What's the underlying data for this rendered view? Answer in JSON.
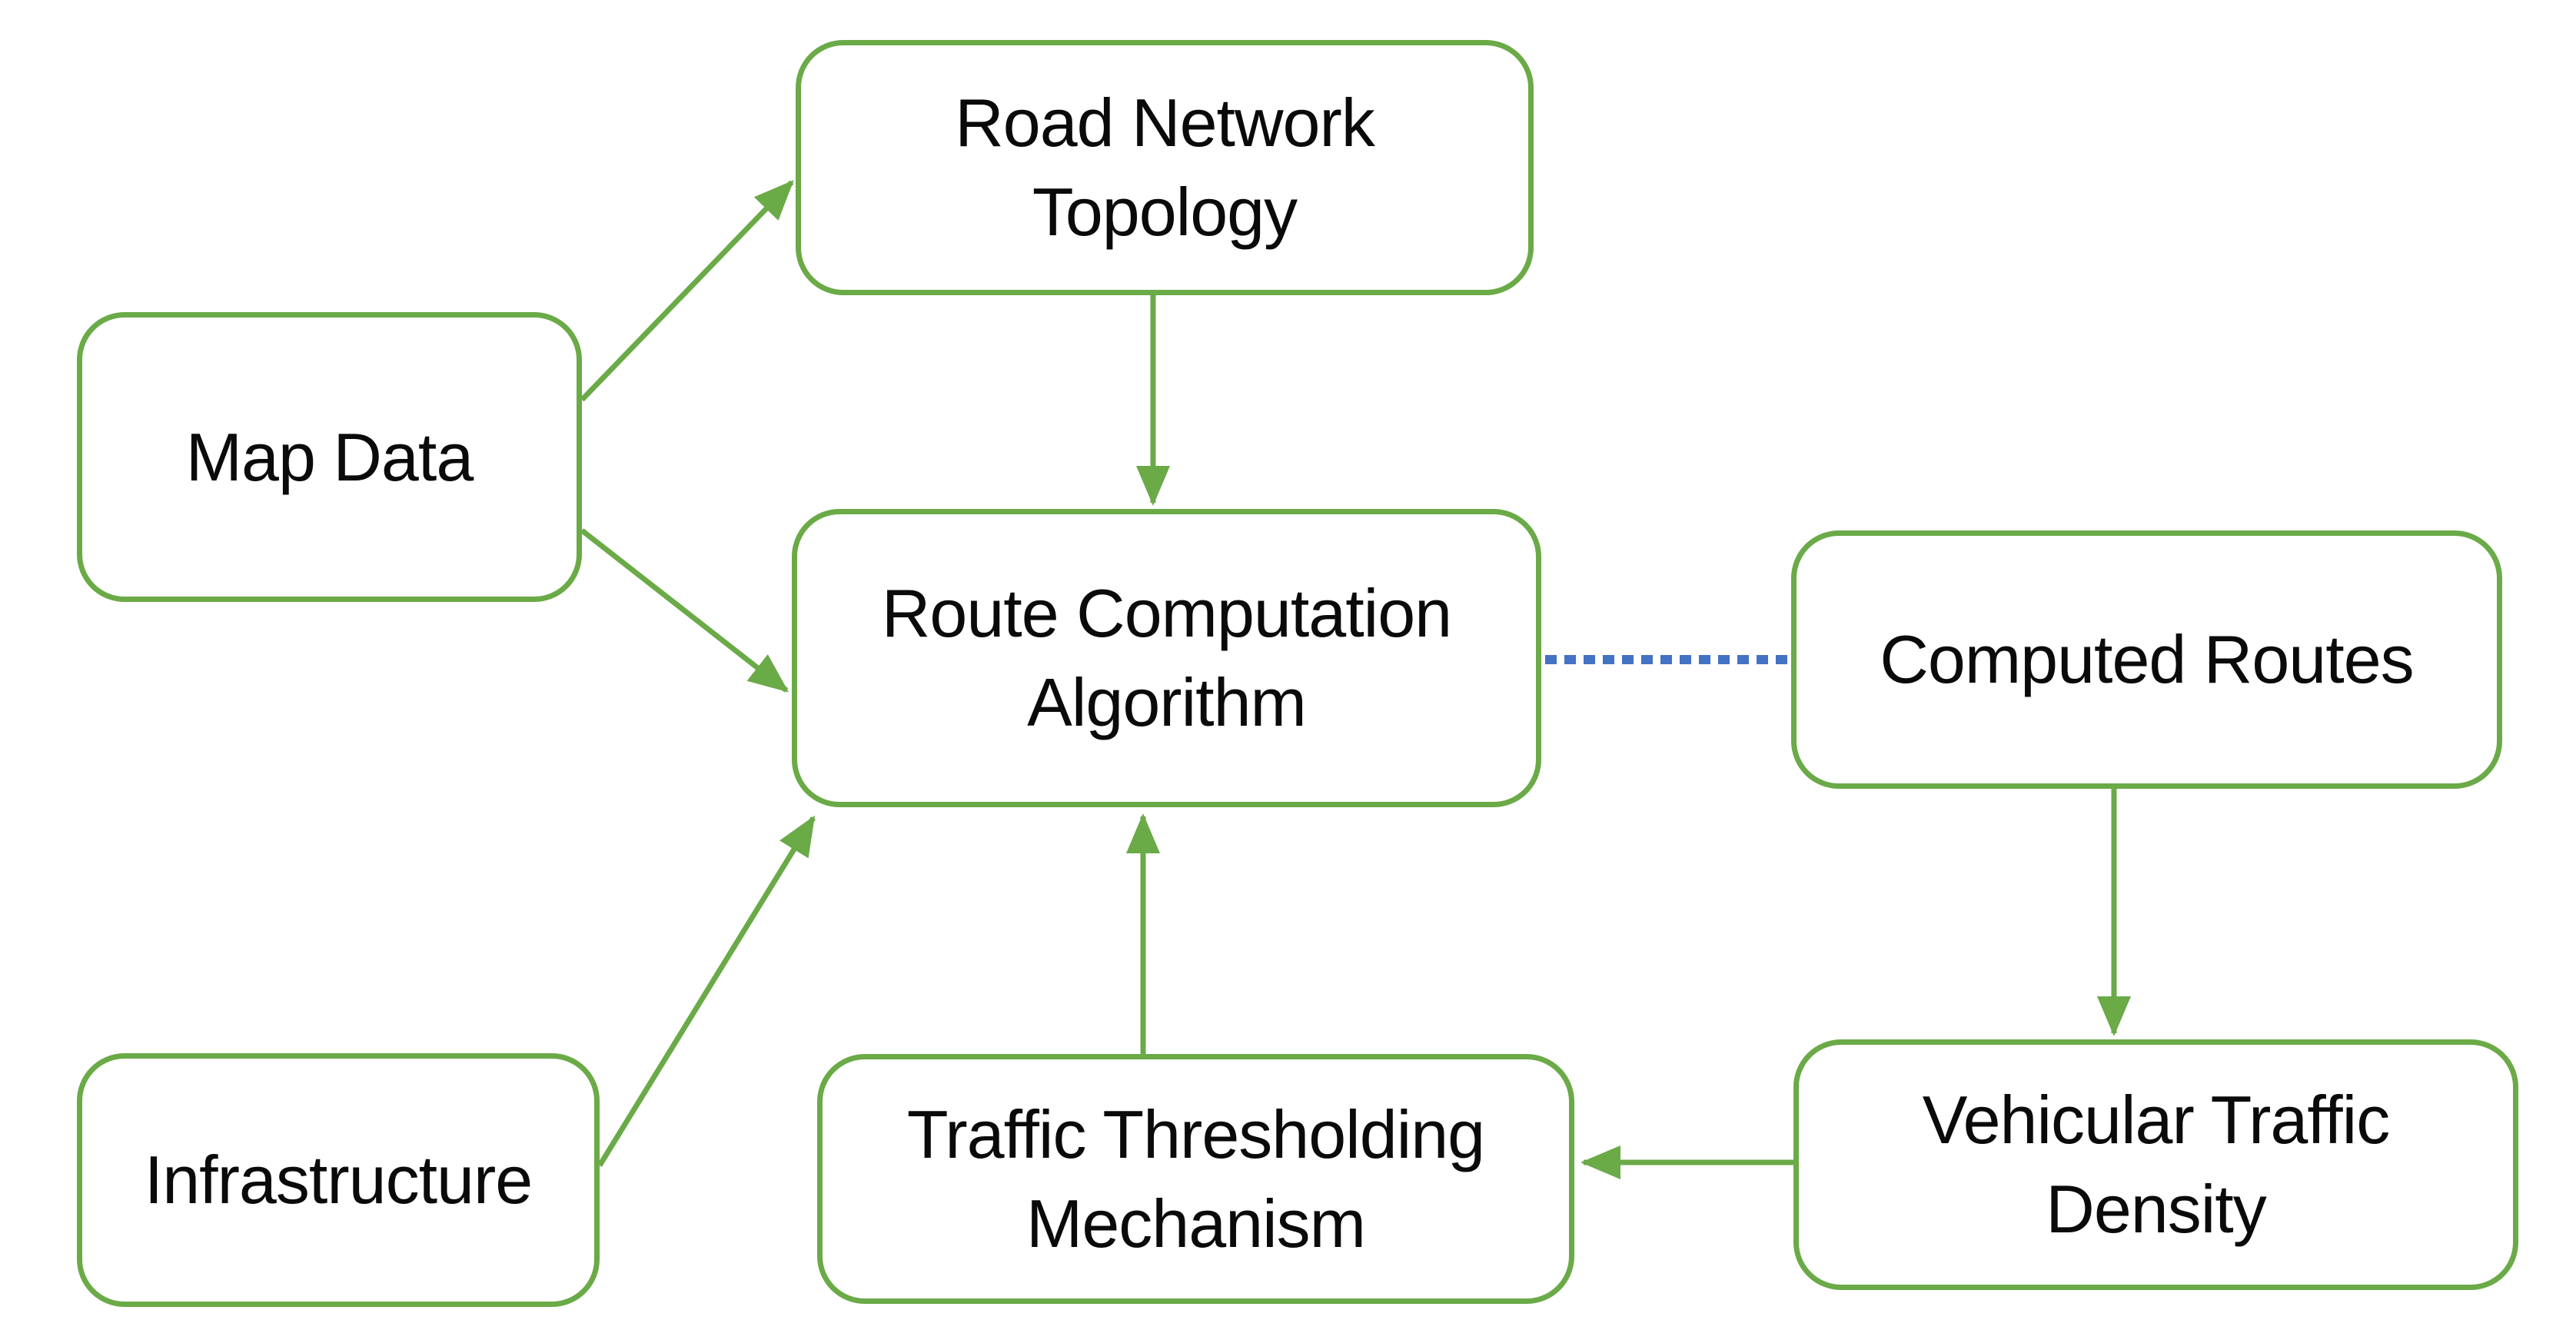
{
  "diagram": {
    "type": "flowchart",
    "background": "#ffffff",
    "colors": {
      "node_border": "#6aaa47",
      "connector_green": "#6aaa47",
      "dotted_link_blue": "#4472c4",
      "text": "#0a0a0a"
    },
    "nodes": [
      {
        "id": "road-network-topology",
        "label": "Road Network Topology",
        "lines": [
          "Road Network",
          "Topology"
        ]
      },
      {
        "id": "map-data",
        "label": "Map Data",
        "lines": [
          "Map Data"
        ]
      },
      {
        "id": "route-computation-algorithm",
        "label": "Route Computation Algorithm",
        "lines": [
          "Route Computation",
          "Algorithm"
        ]
      },
      {
        "id": "computed-routes",
        "label": "Computed Routes",
        "lines": [
          "Computed Routes"
        ]
      },
      {
        "id": "infrastructure",
        "label": "Infrastructure",
        "lines": [
          "Infrastructure"
        ]
      },
      {
        "id": "traffic-thresholding-mechanism",
        "label": "Traffic Thresholding Mechanism",
        "lines": [
          "Traffic Thresholding",
          "Mechanism"
        ]
      },
      {
        "id": "vehicular-traffic-density",
        "label": "Vehicular Traffic Density",
        "lines": [
          "Vehicular Traffic",
          "Density"
        ]
      }
    ],
    "edges": [
      {
        "from": "map-data",
        "to": "road-network-topology",
        "style": "solid",
        "arrowhead": true
      },
      {
        "from": "road-network-topology",
        "to": "route-computation-algorithm",
        "style": "solid",
        "arrowhead": true
      },
      {
        "from": "map-data",
        "to": "route-computation-algorithm",
        "style": "solid",
        "arrowhead": true
      },
      {
        "from": "route-computation-algorithm",
        "to": "computed-routes",
        "style": "dotted",
        "arrowhead": false
      },
      {
        "from": "computed-routes",
        "to": "vehicular-traffic-density",
        "style": "solid",
        "arrowhead": true
      },
      {
        "from": "vehicular-traffic-density",
        "to": "traffic-thresholding-mechanism",
        "style": "solid",
        "arrowhead": true
      },
      {
        "from": "traffic-thresholding-mechanism",
        "to": "route-computation-algorithm",
        "style": "solid",
        "arrowhead": true
      },
      {
        "from": "infrastructure",
        "to": "route-computation-algorithm",
        "style": "solid",
        "arrowhead": true
      }
    ]
  }
}
